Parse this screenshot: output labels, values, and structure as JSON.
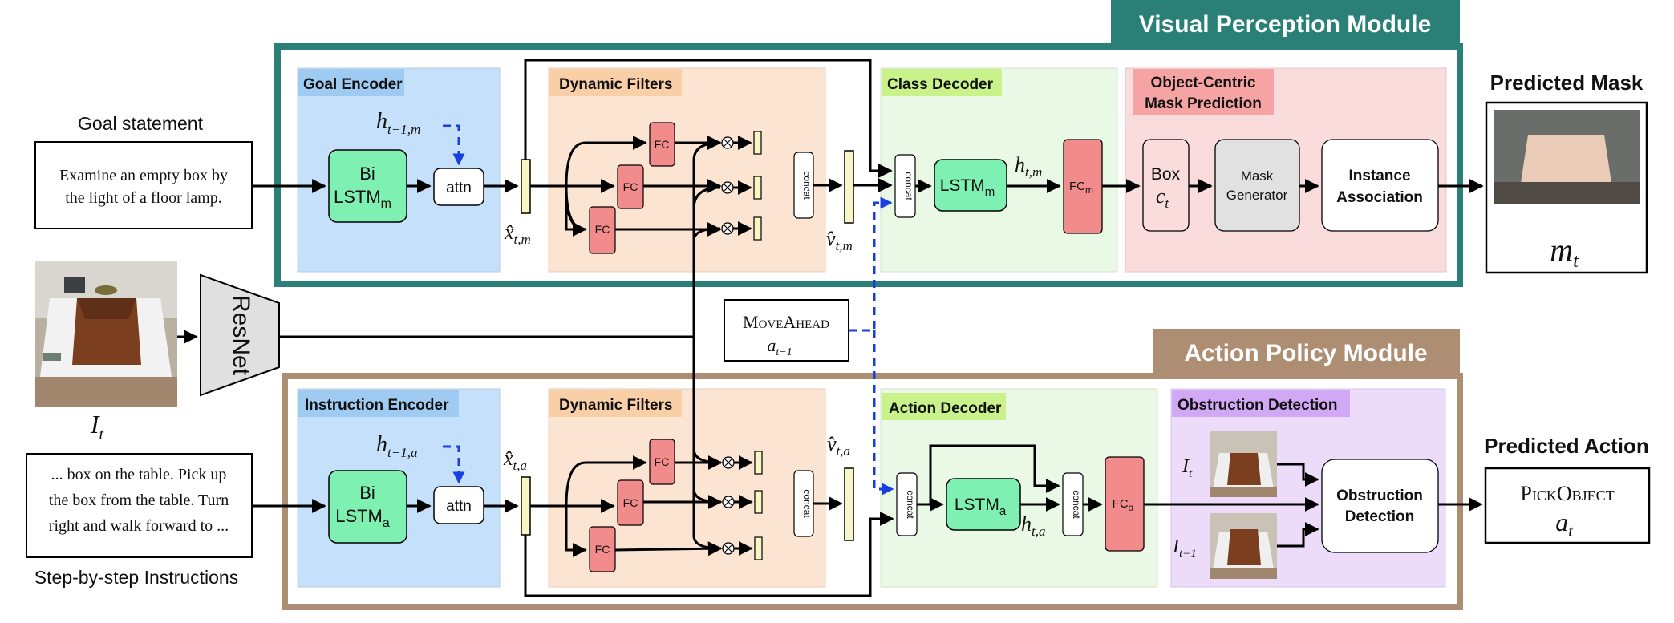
{
  "modules": {
    "visual_title": "Visual Perception Module",
    "action_title": "Action Policy Module"
  },
  "inputs": {
    "goal_label": "Goal statement",
    "goal_text_line1": "Examine an empty box by",
    "goal_text_line2": "the light of a floor lamp.",
    "resnet_label": "ResNet",
    "image_label": "I",
    "image_sub": "t",
    "instructions_label": "Step-by-step Instructions",
    "instr_line1": "... box on the table. Pick up",
    "instr_line2": "the box from the table. Turn",
    "instr_line3": "right and walk forward to ...",
    "prev_action_title": "MoveAhead",
    "prev_action_var": "a",
    "prev_action_sub": "t−1"
  },
  "visual": {
    "goal_encoder": "Goal Encoder",
    "bilstm_line1": "Bi",
    "bilstm_line2": "LSTM",
    "bilstm_sub": "m",
    "hidden_var": "h",
    "hidden_sub": "t−1,m",
    "attn": "attn",
    "x_hat": "x̂",
    "x_sub": "t,m",
    "dynamic_filters": "Dynamic Filters",
    "fc": "FC",
    "concat": "concat",
    "v_hat": "v̂",
    "v_sub": "t,m",
    "class_decoder": "Class Decoder",
    "lstm": "LSTM",
    "lstm_sub": "m",
    "h_out": "h",
    "h_out_sub": "t,m",
    "fc_m": "FC",
    "fc_m_sub": "m",
    "object_centric_line1": "Object-Centric",
    "object_centric_line2": "Mask Prediction",
    "box": "Box",
    "box_var": "c",
    "box_sub": "t",
    "mask_gen_line1": "Mask",
    "mask_gen_line2": "Generator",
    "instance_line1": "Instance",
    "instance_line2": "Association"
  },
  "action": {
    "instruction_encoder": "Instruction Encoder",
    "bilstm_line1": "Bi",
    "bilstm_line2": "LSTM",
    "bilstm_sub": "a",
    "hidden_var": "h",
    "hidden_sub": "t−1,a",
    "attn": "attn",
    "x_hat": "x̂",
    "x_sub": "t,a",
    "dynamic_filters": "Dynamic Filters",
    "fc": "FC",
    "concat": "concat",
    "v_hat": "v̂",
    "v_sub": "t,a",
    "action_decoder": "Action Decoder",
    "lstm": "LSTM",
    "lstm_sub": "a",
    "h_out": "h",
    "h_out_sub": "t,a",
    "fc_a": "FC",
    "fc_a_sub": "a",
    "obstruction_detection": "Obstruction Detection",
    "img_var": "I",
    "img1_sub": "t",
    "img2_sub": "t−1",
    "obstruction_line1": "Obstruction",
    "obstruction_line2": "Detection"
  },
  "outputs": {
    "predicted_mask": "Predicted Mask",
    "mask_var": "m",
    "mask_sub": "t",
    "predicted_action": "Predicted Action",
    "action_name": "PickObject",
    "action_var": "a",
    "action_sub": "t"
  },
  "colors": {
    "visual_frame": "#2a8077",
    "action_frame": "#ae8e72",
    "blue_panel": "#c4e0fa",
    "orange_panel": "#fbe4d1",
    "green_panel": "#eaf8e6",
    "pink_panel": "#fadcdc",
    "purple_panel": "#ecdcf9",
    "fc_red": "#f28b8b",
    "lstm_green": "#7ef0b2",
    "gate_yellow": "#f7f6c4",
    "blue_arrow": "#1a3fe0"
  }
}
